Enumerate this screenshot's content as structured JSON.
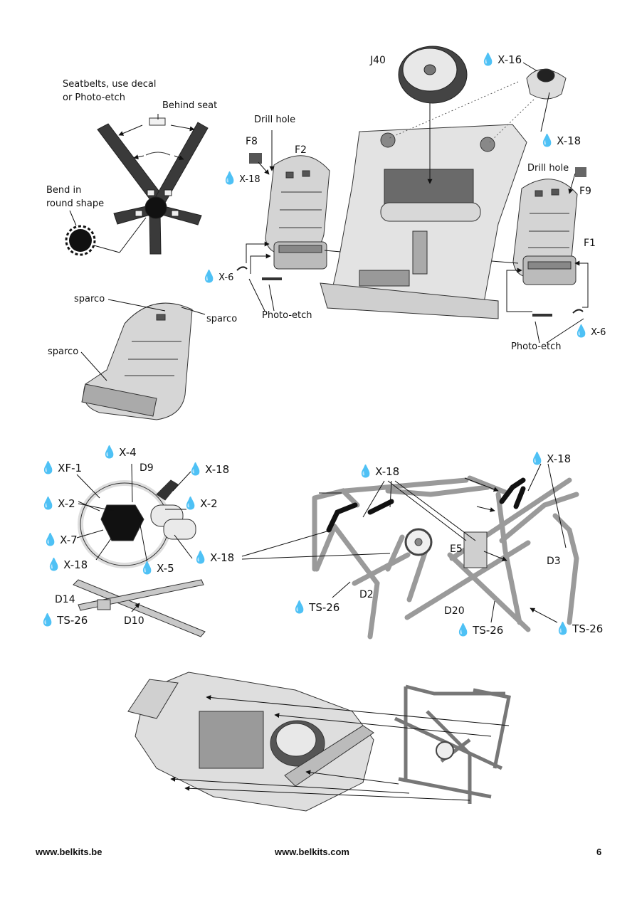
{
  "notes": {
    "seatbelts": "Seatbelts, use decal",
    "seatbelts2": "or Photo-etch",
    "behind_seat": "Behind seat",
    "bend1": "Bend in",
    "bend2": "round shape",
    "drill_hole_left": "Drill hole",
    "drill_hole_right": "Drill hole",
    "photo_etch_left": "Photo-etch",
    "photo_etch_right": "Photo-etch",
    "sparco_1": "sparco",
    "sparco_2": "sparco",
    "sparco_3": "sparco"
  },
  "parts": {
    "j40": "J40",
    "f8": "F8",
    "f2": "F2",
    "f9": "F9",
    "f1": "F1",
    "d9": "D9",
    "d14": "D14",
    "d10": "D10",
    "e5": "E5",
    "d3": "D3",
    "d2": "D2",
    "d20": "D20"
  },
  "paints": {
    "x16": "X-16",
    "x18_top": "X-18",
    "x18_f8": "X-18",
    "x6_left": "X-6",
    "x6_right": "X-6",
    "x4": "X-4",
    "xf1": "XF-1",
    "x18_d9": "X-18",
    "x2_left": "X-2",
    "x2_right": "X-2",
    "x7": "X-7",
    "x18_wheel": "X-18",
    "x5": "X-5",
    "x18_col": "X-18",
    "ts26_left": "TS-26",
    "x18_cage_mid": "X-18",
    "x18_cage_right": "X-18",
    "ts26_d2": "TS-26",
    "ts26_d20": "TS-26",
    "ts26_right": "TS-26"
  },
  "footer": {
    "left": "www.belkits.be",
    "center": "www.belkits.com",
    "page": "6"
  },
  "icons": [
    "paint-drop-icon",
    "arrow-icon"
  ]
}
